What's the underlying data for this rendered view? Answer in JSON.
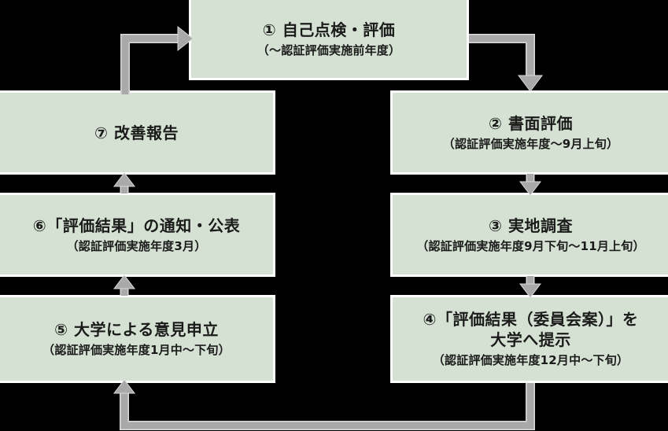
{
  "diagram": {
    "description": "Certification evaluation process cycle flowchart",
    "background_color": "#000000",
    "box_fill_color": "#d5e2d3",
    "box_border_color": "#ffffff",
    "arrow_color": "#a9a9a9",
    "arrow_highlight_color": "#d9d9d9",
    "text_color": "#1b1b1b",
    "boxes": {
      "step1": {
        "title": "① 自己点検・評価",
        "subtitle": "（～認証評価実施前年度）"
      },
      "step2": {
        "title": "② 書面評価",
        "subtitle": "（認証評価実施年度～9月上旬）"
      },
      "step3": {
        "title": "③ 実地調査",
        "subtitle": "（認証評価実施年度9月下旬～11月上旬）"
      },
      "step4": {
        "title": "④「評価結果（委員会案）」を",
        "title_line2": "大学へ提示",
        "subtitle": "（認証評価実施年度12月中～下旬）"
      },
      "step5": {
        "title": "⑤ 大学による意見申立",
        "subtitle": "（認証評価実施年度1月中～下旬）"
      },
      "step6": {
        "title": "⑥「評価結果」の通知・公表",
        "subtitle": "（認証評価実施年度3月）"
      },
      "step7": {
        "title": "⑦ 改善報告"
      }
    },
    "arrows": [
      {
        "from": "step1",
        "to": "step2"
      },
      {
        "from": "step2",
        "to": "step3"
      },
      {
        "from": "step3",
        "to": "step4"
      },
      {
        "from": "step4",
        "to": "step5"
      },
      {
        "from": "step5",
        "to": "step6"
      },
      {
        "from": "step6",
        "to": "step7"
      },
      {
        "from": "step7",
        "to": "step1"
      }
    ]
  }
}
